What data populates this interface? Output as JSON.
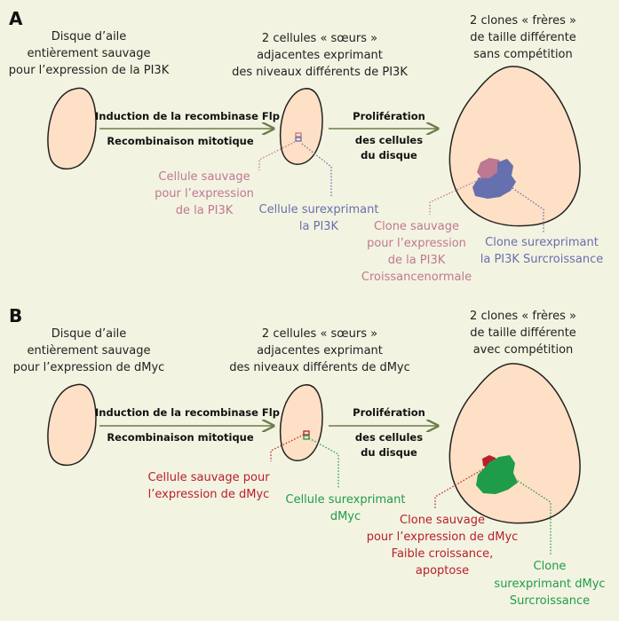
{
  "panel_a": {
    "letter": "A",
    "disc_title": [
      "Disque d’aile",
      "entièrement sauvage",
      "pour l’expression de la PI3K"
    ],
    "sisters_title": [
      "2 cellules « sœurs »",
      "adjacentes exprimant",
      "des niveaux différents de PI3K"
    ],
    "clones_title": [
      "2 clones « frères »",
      "de taille différente",
      "sans compétition"
    ],
    "arrow1_labels": [
      "Induction de la recombinase Flp",
      "Recombinaison mitotique"
    ],
    "arrow2_labels": [
      "Prolifération",
      "des cellules",
      "du disque"
    ],
    "wild_cell_label": [
      "Cellule sauvage",
      "pour l’expression",
      "de la PI3K"
    ],
    "over_cell_label": [
      "Cellule surexprimant",
      "la PI3K"
    ],
    "wild_clone_label": [
      "Clone sauvage",
      "pour l’expression",
      "de la PI3K",
      "Croissancenormale"
    ],
    "over_clone_label": [
      "Clone surexprimant",
      "la PI3K Surcroissance"
    ]
  },
  "panel_b": {
    "letter": "B",
    "disc_title": [
      "Disque d’aile",
      "entièrement sauvage",
      "pour l’expression de dMyc"
    ],
    "sisters_title": [
      "2 cellules « sœurs »",
      "adjacentes exprimant",
      "des niveaux différents de dMyc"
    ],
    "clones_title": [
      "2 clones « frères »",
      "de taille différente",
      "avec compétition"
    ],
    "arrow1_labels": [
      "Induction de la recombinase Flp",
      "Recombinaison mitotique"
    ],
    "arrow2_labels": [
      "Prolifération",
      "des cellules",
      "du disque"
    ],
    "wild_cell_label": [
      "Cellule sauvage pour",
      "l’expression de dMyc"
    ],
    "over_cell_label": [
      "Cellule surexprimant",
      "dMyc"
    ],
    "wild_clone_label": [
      "Clone sauvage",
      "pour l’expression de dMyc",
      "Faible croissance,",
      "apoptose"
    ],
    "over_clone_label": [
      "Clone",
      "surexprimant dMyc",
      "Surcroissance"
    ]
  },
  "colors": {
    "background": "#f3f3e1",
    "disc_fill": "#fde0c5",
    "arrow": "#6a7d48",
    "pi3k_wild": "#bf7891",
    "pi3k_over": "#6670ae",
    "dmyc_wild": "#b8202c",
    "dmyc_over": "#1f9c4a"
  }
}
